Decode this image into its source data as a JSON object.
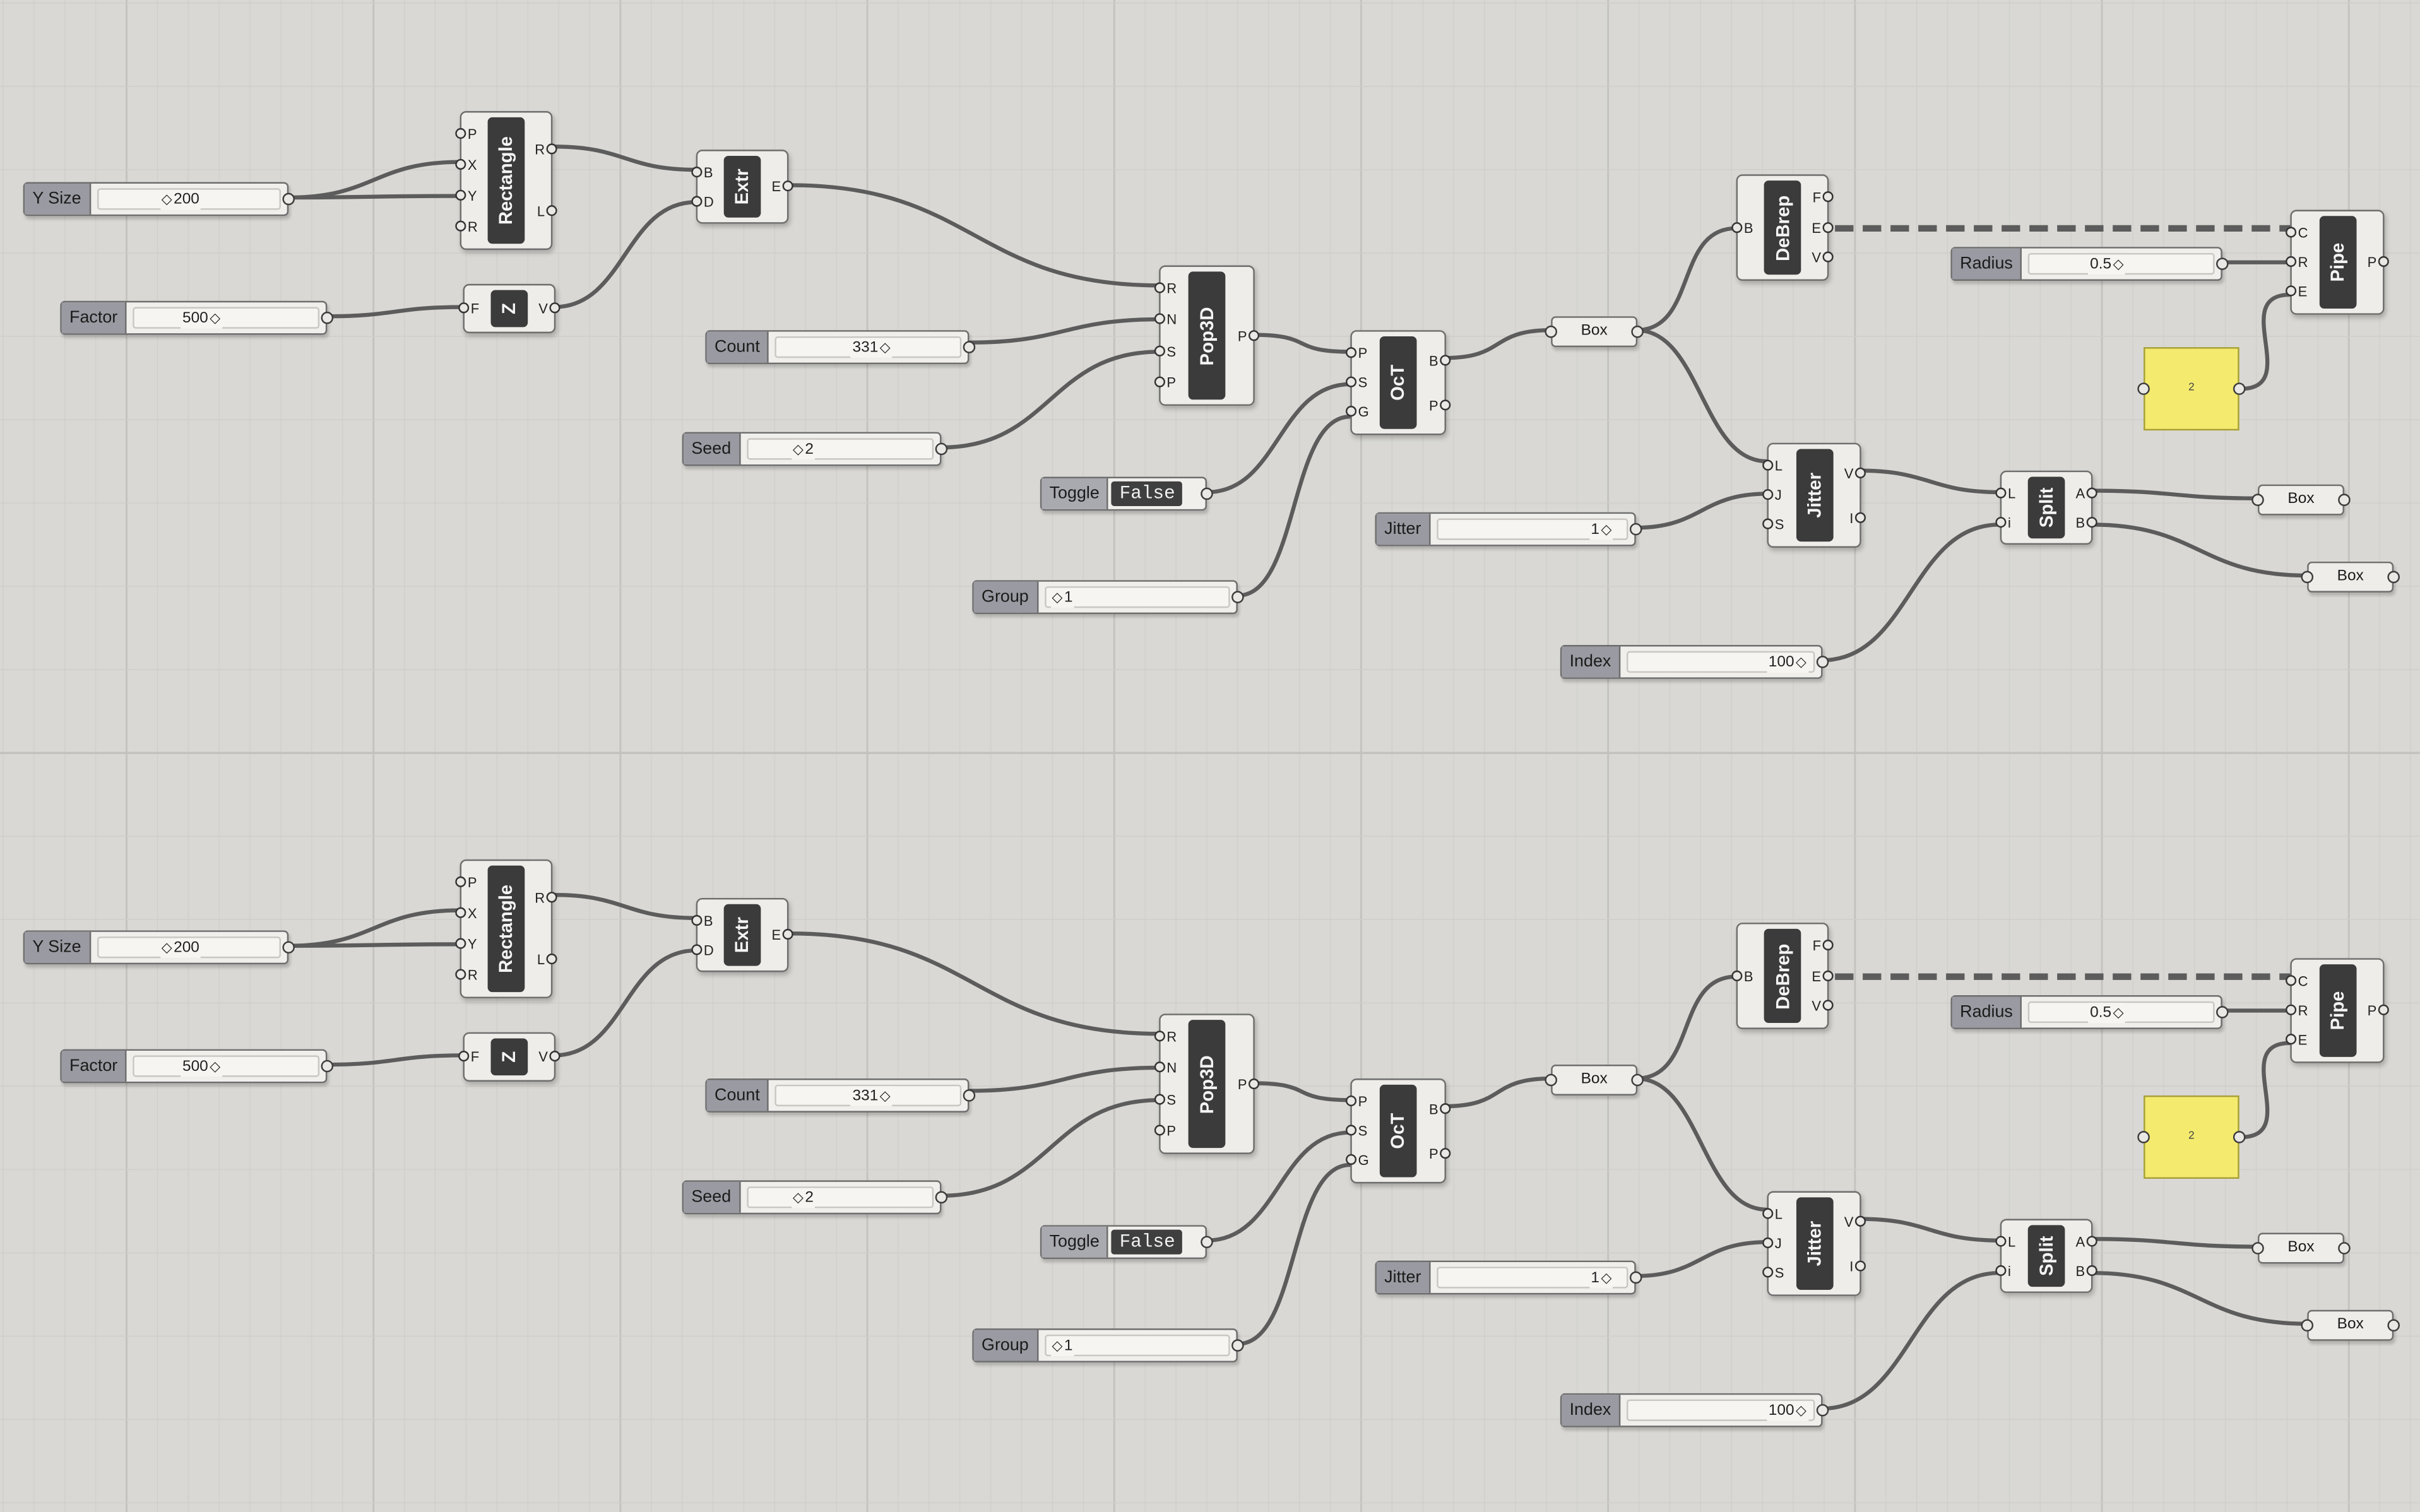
{
  "canvas": {
    "background": "#d9d8d4",
    "wire_color": "#5c5c5c"
  },
  "rows": [
    {
      "sliders": {
        "ysize": {
          "label": "Y Size",
          "value": "200"
        },
        "factor": {
          "label": "Factor",
          "value": "500"
        },
        "count": {
          "label": "Count",
          "value": "331"
        },
        "seed": {
          "label": "Seed",
          "value": "2"
        },
        "group": {
          "label": "Group",
          "value": "1"
        },
        "jitter": {
          "label": "Jitter",
          "value": "1"
        },
        "radius": {
          "label": "Radius",
          "value": "0.5"
        },
        "index": {
          "label": "Index",
          "value": "100"
        }
      },
      "toggle": {
        "label": "Toggle",
        "state": "False"
      },
      "components": {
        "rectangle": {
          "title": "Rectangle",
          "inputs": [
            "P",
            "X",
            "Y",
            "R"
          ],
          "outputs": [
            "R",
            "L"
          ]
        },
        "z": {
          "title": "Z",
          "inputs": [
            "F"
          ],
          "outputs": [
            "V"
          ]
        },
        "extr": {
          "title": "Extr",
          "inputs": [
            "B",
            "D"
          ],
          "outputs": [
            "E"
          ]
        },
        "pop3d": {
          "title": "Pop3D",
          "inputs": [
            "R",
            "N",
            "S",
            "P"
          ],
          "outputs": [
            "P"
          ]
        },
        "oct": {
          "title": "OcT",
          "inputs": [
            "P",
            "S",
            "G"
          ],
          "outputs": [
            "B",
            "P"
          ]
        },
        "debrep": {
          "title": "DeBrep",
          "inputs": [
            "B"
          ],
          "outputs": [
            "F",
            "E",
            "V"
          ]
        },
        "jitter": {
          "title": "Jitter",
          "inputs": [
            "L",
            "J",
            "S"
          ],
          "outputs": [
            "V",
            "I"
          ]
        },
        "split": {
          "title": "Split",
          "inputs": [
            "L",
            "i"
          ],
          "outputs": [
            "A",
            "B"
          ]
        },
        "pipe": {
          "title": "Pipe",
          "inputs": [
            "C",
            "R",
            "E"
          ],
          "outputs": [
            "P"
          ]
        }
      },
      "params": {
        "box_main": "Box",
        "box_a": "Box",
        "box_b": "Box"
      },
      "panel": {
        "text": "2",
        "color": "#f4ea6e"
      }
    },
    {
      "sliders": {
        "ysize": {
          "label": "Y Size",
          "value": "200"
        },
        "factor": {
          "label": "Factor",
          "value": "500"
        },
        "count": {
          "label": "Count",
          "value": "331"
        },
        "seed": {
          "label": "Seed",
          "value": "2"
        },
        "group": {
          "label": "Group",
          "value": "1"
        },
        "jitter": {
          "label": "Jitter",
          "value": "1"
        },
        "radius": {
          "label": "Radius",
          "value": "0.5"
        },
        "index": {
          "label": "Index",
          "value": "100"
        }
      },
      "toggle": {
        "label": "Toggle",
        "state": "False"
      },
      "components": {
        "rectangle": {
          "title": "Rectangle",
          "inputs": [
            "P",
            "X",
            "Y",
            "R"
          ],
          "outputs": [
            "R",
            "L"
          ]
        },
        "z": {
          "title": "Z",
          "inputs": [
            "F"
          ],
          "outputs": [
            "V"
          ]
        },
        "extr": {
          "title": "Extr",
          "inputs": [
            "B",
            "D"
          ],
          "outputs": [
            "E"
          ]
        },
        "pop3d": {
          "title": "Pop3D",
          "inputs": [
            "R",
            "N",
            "S",
            "P"
          ],
          "outputs": [
            "P"
          ]
        },
        "oct": {
          "title": "OcT",
          "inputs": [
            "P",
            "S",
            "G"
          ],
          "outputs": [
            "B",
            "P"
          ]
        },
        "debrep": {
          "title": "DeBrep",
          "inputs": [
            "B"
          ],
          "outputs": [
            "F",
            "E",
            "V"
          ]
        },
        "jitter": {
          "title": "Jitter",
          "inputs": [
            "L",
            "J",
            "S"
          ],
          "outputs": [
            "V",
            "I"
          ]
        },
        "split": {
          "title": "Split",
          "inputs": [
            "L",
            "i"
          ],
          "outputs": [
            "A",
            "B"
          ]
        },
        "pipe": {
          "title": "Pipe",
          "inputs": [
            "C",
            "R",
            "E"
          ],
          "outputs": [
            "P"
          ]
        }
      },
      "params": {
        "box_main": "Box",
        "box_a": "Box",
        "box_b": "Box"
      },
      "panel": {
        "text": "2",
        "color": "#f4ea6e"
      }
    }
  ]
}
